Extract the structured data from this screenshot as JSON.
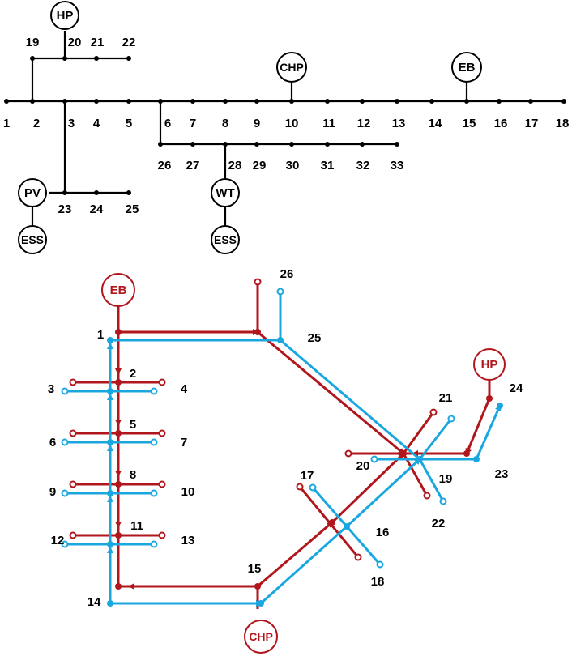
{
  "power_network": {
    "buses": [
      "1",
      "2",
      "3",
      "4",
      "5",
      "6",
      "7",
      "8",
      "9",
      "10",
      "11",
      "12",
      "13",
      "14",
      "15",
      "16",
      "17",
      "18",
      "19",
      "20",
      "21",
      "22",
      "23",
      "24",
      "25",
      "26",
      "27",
      "28",
      "29",
      "30",
      "31",
      "32",
      "33"
    ],
    "devices": [
      "HP",
      "CHP",
      "EB",
      "PV",
      "ESS",
      "WT",
      "ESS"
    ]
  },
  "heat_network": {
    "nodes": [
      "1",
      "2",
      "3",
      "4",
      "5",
      "6",
      "7",
      "8",
      "9",
      "10",
      "11",
      "12",
      "13",
      "14",
      "15",
      "16",
      "17",
      "18",
      "19",
      "20",
      "21",
      "22",
      "23",
      "24",
      "25",
      "26"
    ],
    "devices": [
      "EB",
      "HP",
      "CHP"
    ]
  },
  "colors": {
    "supply_pipe": "#b0161c",
    "return_pipe": "#1aa7e0",
    "power_line": "#000000"
  }
}
